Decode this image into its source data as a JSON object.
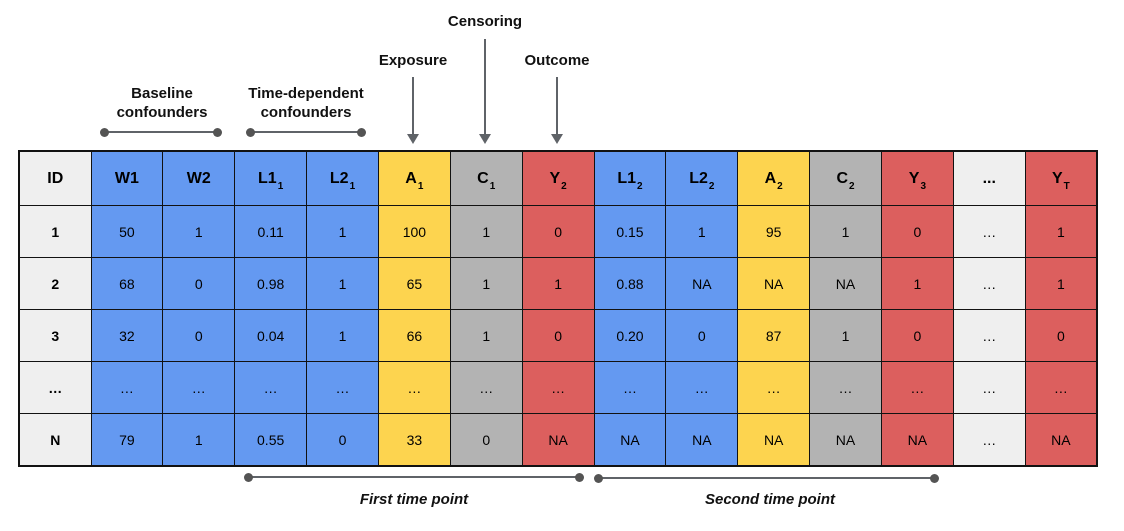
{
  "figure": {
    "annotations": {
      "baseline_confounders": "Baseline confounders",
      "time_dependent_confounders": "Time-dependent confounders",
      "exposure": "Exposure",
      "censoring": "Censoring",
      "outcome": "Outcome",
      "first_time_point": "First time point",
      "second_time_point": "Second time point"
    },
    "colors": {
      "blue": "#6499f1",
      "yellow": "#fdd44f",
      "gray": "#b3b3b3",
      "red": "#dc5f5e",
      "light": "#efefef",
      "line": "#5f6368"
    },
    "table": {
      "columns": [
        {
          "label": "ID",
          "sub": "",
          "color": "light"
        },
        {
          "label": "W1",
          "sub": "",
          "color": "blue"
        },
        {
          "label": "W2",
          "sub": "",
          "color": "blue"
        },
        {
          "label": "L1",
          "sub": "1",
          "color": "blue"
        },
        {
          "label": "L2",
          "sub": "1",
          "color": "blue"
        },
        {
          "label": "A",
          "sub": "1",
          "color": "yellow"
        },
        {
          "label": "C",
          "sub": "1",
          "color": "gray"
        },
        {
          "label": "Y",
          "sub": "2",
          "color": "red"
        },
        {
          "label": "L1",
          "sub": "2",
          "color": "blue"
        },
        {
          "label": "L2",
          "sub": "2",
          "color": "blue"
        },
        {
          "label": "A",
          "sub": "2",
          "color": "yellow"
        },
        {
          "label": "C",
          "sub": "2",
          "color": "gray"
        },
        {
          "label": "Y",
          "sub": "3",
          "color": "red"
        },
        {
          "label": "...",
          "sub": "",
          "color": "light"
        },
        {
          "label": "Y",
          "sub": "T",
          "color": "red"
        }
      ],
      "rows": [
        {
          "cells": [
            "1",
            "50",
            "1",
            "0.11",
            "1",
            "100",
            "1",
            "0",
            "0.15",
            "1",
            "95",
            "1",
            "0",
            "…",
            "1"
          ]
        },
        {
          "cells": [
            "2",
            "68",
            "0",
            "0.98",
            "1",
            "65",
            "1",
            "1",
            "0.88",
            "NA",
            "NA",
            "NA",
            "1",
            "…",
            "1"
          ]
        },
        {
          "cells": [
            "3",
            "32",
            "0",
            "0.04",
            "1",
            "66",
            "1",
            "0",
            "0.20",
            "0",
            "87",
            "1",
            "0",
            "…",
            "0"
          ]
        },
        {
          "cells": [
            "…",
            "…",
            "…",
            "…",
            "…",
            "…",
            "…",
            "…",
            "…",
            "…",
            "…",
            "…",
            "…",
            "…",
            "…"
          ]
        },
        {
          "cells": [
            "N",
            "79",
            "1",
            "0.55",
            "0",
            "33",
            "0",
            "NA",
            "NA",
            "NA",
            "NA",
            "NA",
            "NA",
            "…",
            "NA"
          ]
        }
      ]
    }
  }
}
